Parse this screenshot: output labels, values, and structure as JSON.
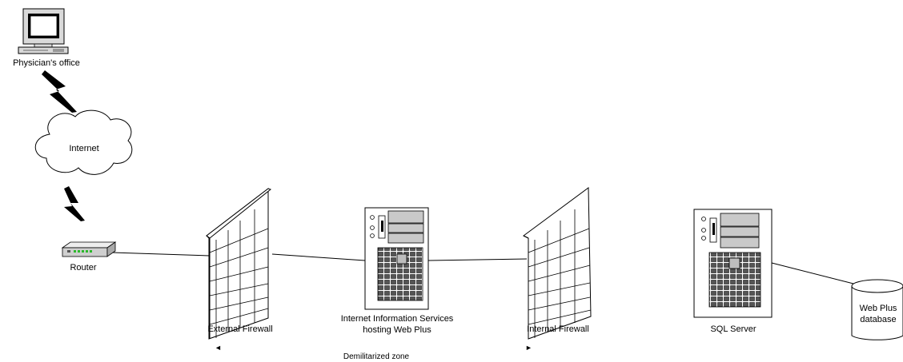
{
  "labels": {
    "physician": "Physician's office",
    "internet": "Internet",
    "router": "Router",
    "external_firewall": "External Firewall",
    "iis_line1": "Internet Information Services",
    "iis_line2": "hosting Web Plus",
    "internal_firewall": "Internal Firewall",
    "sql_server": "SQL Server",
    "db_line1": "Web Plus",
    "db_line2": "database",
    "dmz": "Demilitarized zone"
  },
  "markers": {
    "dmz_left": "◄",
    "dmz_right": "►"
  },
  "icons": [
    "computer-icon",
    "cloud-icon",
    "router-icon",
    "firewall-icon",
    "server-tower-icon",
    "database-icon",
    "lightning-link-icon"
  ]
}
